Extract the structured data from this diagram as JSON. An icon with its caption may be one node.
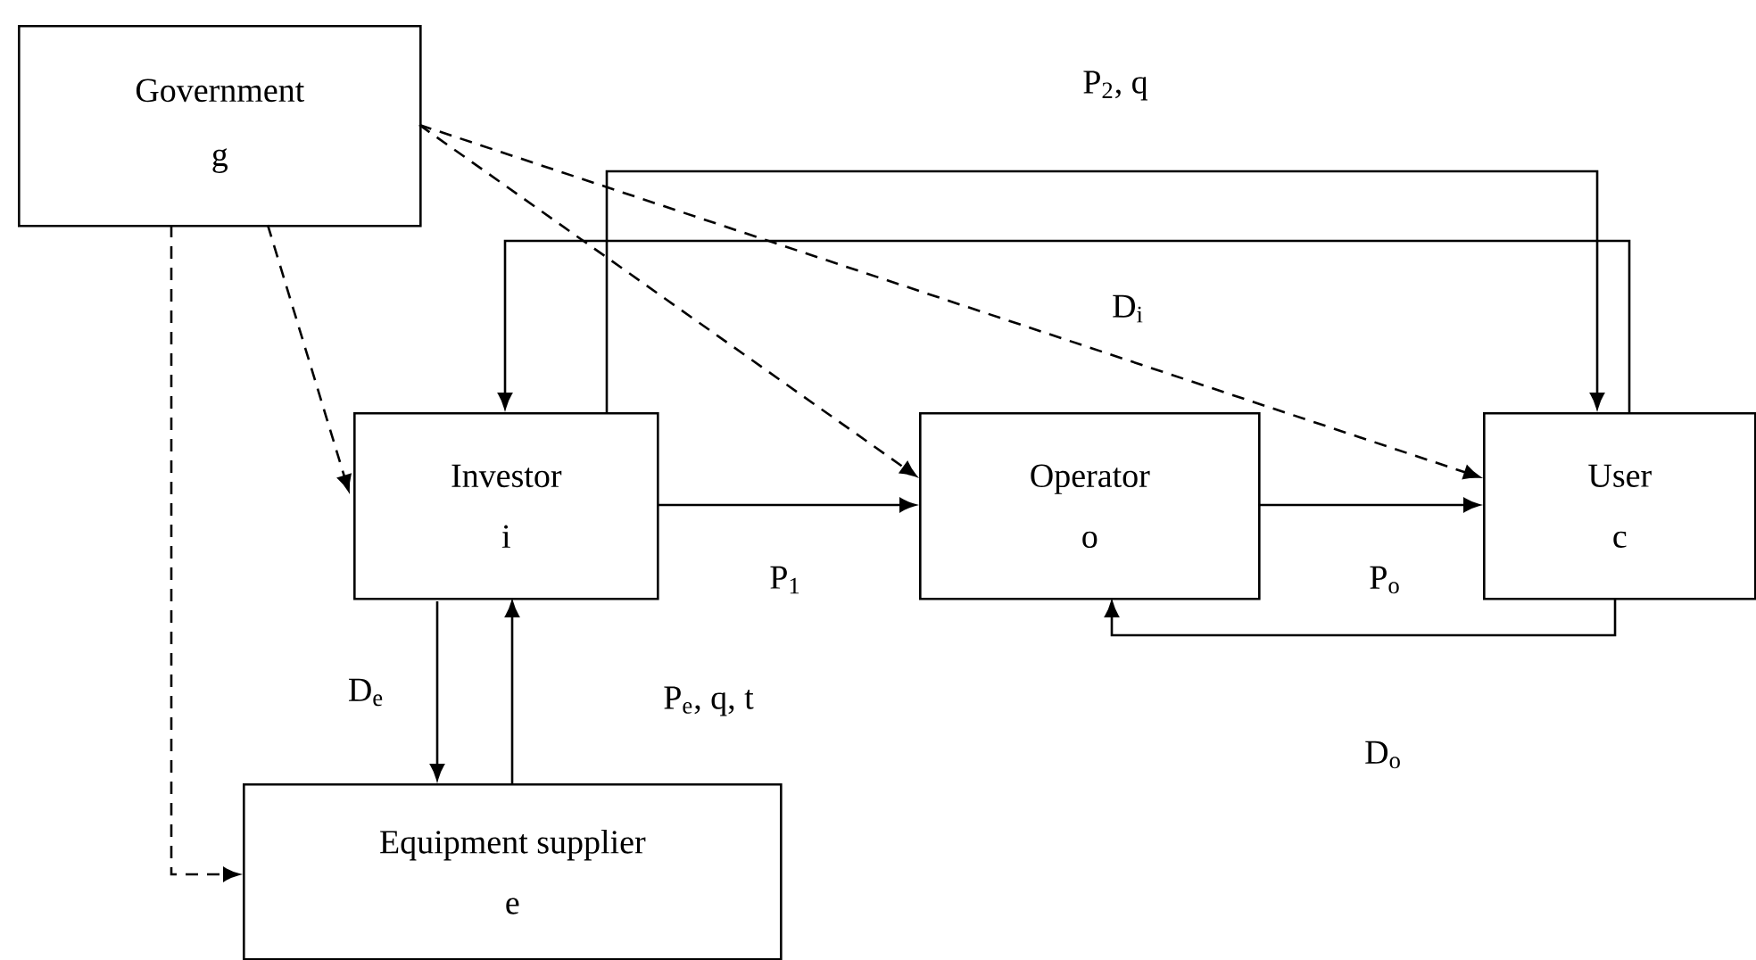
{
  "diagram": {
    "nodes": [
      {
        "text": [
          "Government",
          "g"
        ]
      },
      {
        "text": [
          "Investor",
          "i"
        ]
      },
      {
        "text": [
          "Operator",
          "o"
        ]
      },
      {
        "text": [
          "User",
          "c"
        ]
      },
      {
        "text": [
          "Equipment supplier",
          "e"
        ]
      }
    ],
    "edges": [
      {
        "from": 0,
        "to": 1,
        "arrow": "to",
        "style": "dashed"
      },
      {
        "from": 0,
        "to": 2,
        "arrow": "to",
        "style": "dashed"
      },
      {
        "from": 0,
        "to": 3,
        "arrow": "to",
        "style": "dashed"
      },
      {
        "from": 0,
        "to": 4,
        "arrow": "to",
        "style": "dashed"
      },
      {
        "from": 1,
        "to": 3,
        "arrow": "to",
        "label": "P$_{2}$, q"
      },
      {
        "from": 3,
        "to": 1,
        "arrow": "to",
        "label": "D$_{i}$"
      },
      {
        "from": 1,
        "to": 2,
        "arrow": "to",
        "label": "P$_{1}$"
      },
      {
        "from": 2,
        "to": 3,
        "arrow": "to",
        "label": "P$_{o}$"
      },
      {
        "from": 3,
        "to": 2,
        "arrow": "to",
        "label": "D$_{o}$"
      },
      {
        "from": 1,
        "to": 4,
        "arrow": "to",
        "label": "D$_{e}$"
      },
      {
        "from": 4,
        "to": 1,
        "arrow": "to",
        "label": "P$_{e}$, q, t"
      }
    ]
  }
}
